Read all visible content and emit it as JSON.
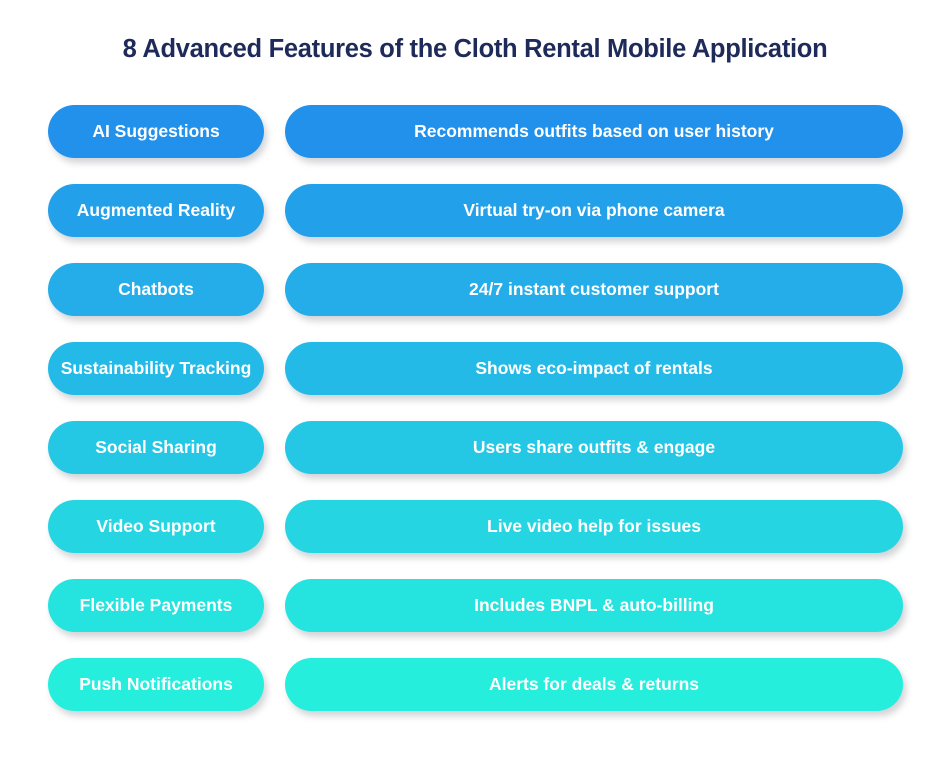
{
  "page": {
    "title": "8 Advanced Features of the Cloth Rental Mobile Application",
    "background_color": "#ffffff",
    "title_color": "#1e2a5a"
  },
  "rows": [
    {
      "feature": "AI Suggestions",
      "description": "Recommends outfits based on user history",
      "color": "#2291ec"
    },
    {
      "feature": "Augmented Reality",
      "description": "Virtual try-on via phone camera",
      "color": "#23a0ea"
    },
    {
      "feature": "Chatbots",
      "description": "24/7 instant customer support",
      "color": "#24ade9"
    },
    {
      "feature": "Sustainability Tracking",
      "description": "Shows eco-impact of rentals",
      "color": "#24bae8"
    },
    {
      "feature": "Social Sharing",
      "description": "Users share outfits & engage",
      "color": "#24c8e5"
    },
    {
      "feature": "Video Support",
      "description": "Live video help for issues",
      "color": "#25d6e2"
    },
    {
      "feature": "Flexible Payments",
      "description": "Includes BNPL & auto-billing",
      "color": "#25e3df"
    },
    {
      "feature": "Push Notifications",
      "description": "Alerts for deals & returns",
      "color": "#25eedd"
    }
  ]
}
